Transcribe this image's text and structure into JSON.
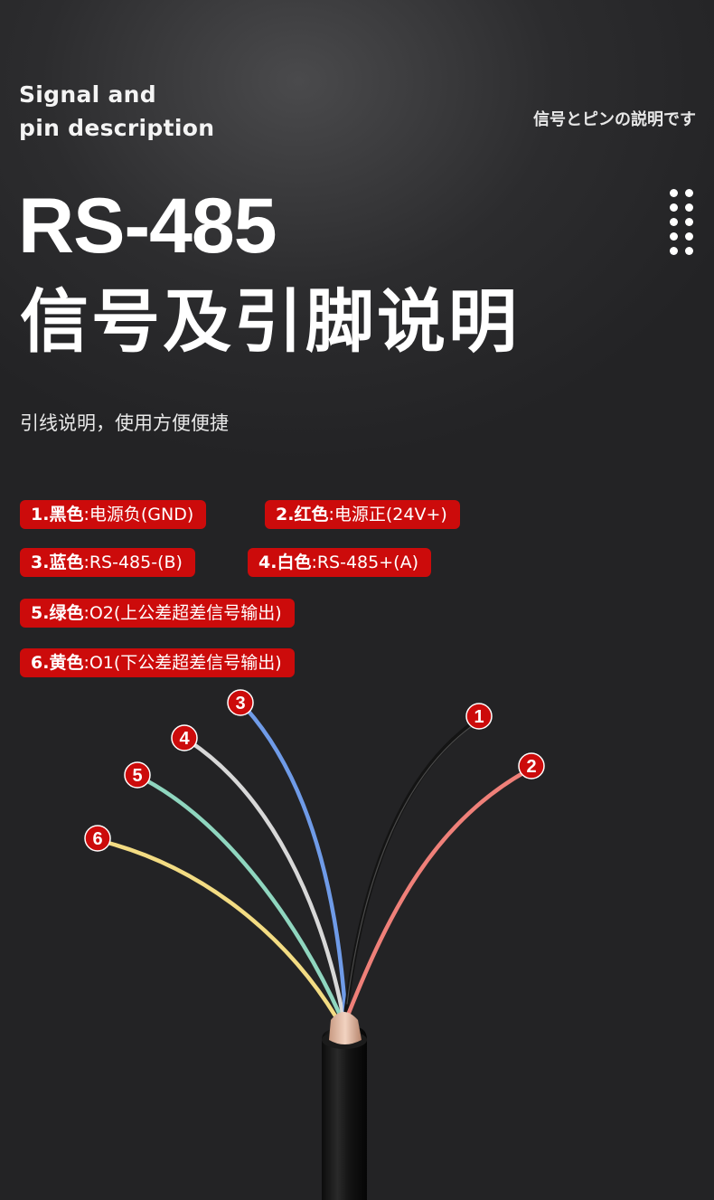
{
  "header": {
    "subtitle_en_line1": "Signal and",
    "subtitle_en_line2": "pin description",
    "subtitle_jp": "信号とピンの説明です",
    "title": "RS-485",
    "title_cn": "信号及引脚说明",
    "description": "引线说明，使用方便便捷"
  },
  "pins": [
    {
      "label": "1.黑色",
      "value": ":电源负(GND)",
      "wire_color": "#1a1a1a"
    },
    {
      "label": "2.红色",
      "value": ":电源正(24V+)",
      "wire_color": "#ef8079"
    },
    {
      "label": "3.蓝色",
      "value": ":RS-485-(B)",
      "wire_color": "#6f9be8"
    },
    {
      "label": "4.白色",
      "value": ":RS-485+(A)",
      "wire_color": "#d8d8d8"
    },
    {
      "label": "5.绿色",
      "value": ":O2(上公差超差信号输出)",
      "wire_color": "#8fd6bf"
    },
    {
      "label": "6.黄色",
      "value": ":O1(下公差超差信号输出)",
      "wire_color": "#f3dc83"
    }
  ],
  "badges": [
    "1",
    "2",
    "3",
    "4",
    "5",
    "6"
  ],
  "colors": {
    "accent": "#cc0b0b",
    "background": "#2a2a2c"
  }
}
